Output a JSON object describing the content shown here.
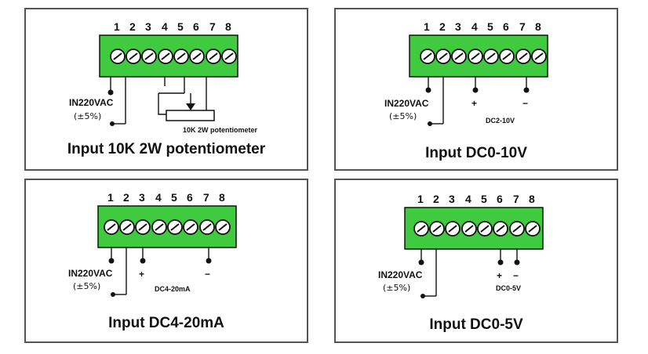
{
  "terminal_numbers": [
    "1",
    "2",
    "3",
    "4",
    "5",
    "6",
    "7",
    "8"
  ],
  "colors": {
    "terminal_green": "#3fca3f",
    "frame": "#555555",
    "screw": "#ffffff"
  },
  "panels": [
    {
      "id": "pot",
      "title": "Input 10K 2W potentiometer",
      "power_label": "IN220VAC",
      "tolerance": "(±5%)",
      "component_label": "10K 2W potentiometer"
    },
    {
      "id": "dc010",
      "title": "Input DC0-10V",
      "power_label": "IN220VAC",
      "tolerance": "(±5%)",
      "plus": "+",
      "minus": "−",
      "signal_label": "DC2-10V"
    },
    {
      "id": "dc420",
      "title": "Input DC4-20mA",
      "power_label": "IN220VAC",
      "tolerance": "(±5%)",
      "plus": "+",
      "minus": "−",
      "signal_label": "DC4-20mA"
    },
    {
      "id": "dc05",
      "title": "Input DC0-5V",
      "power_label": "IN220VAC",
      "tolerance": "(±5%)",
      "plus": "+",
      "minus": "−",
      "signal_label": "DC0-5V"
    }
  ]
}
